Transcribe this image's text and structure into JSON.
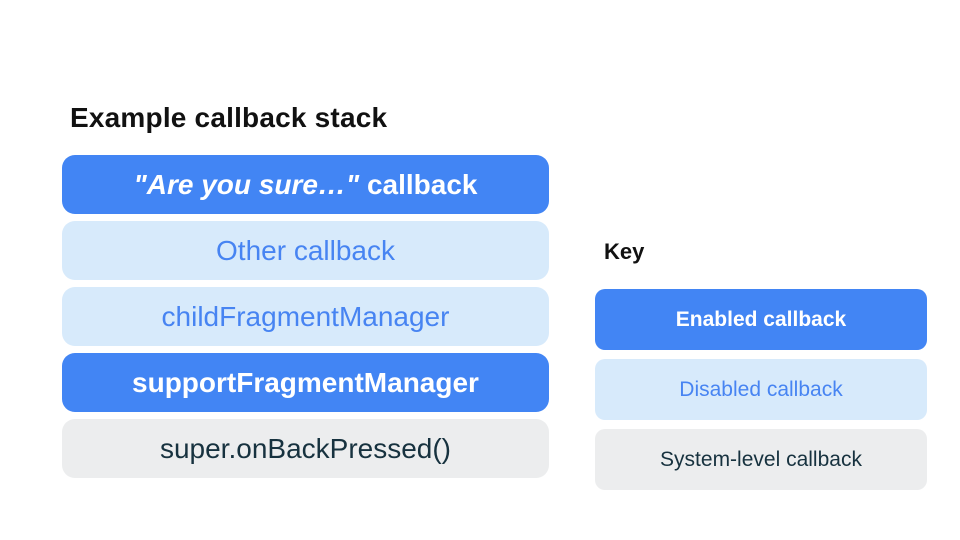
{
  "title": "Example callback stack",
  "stack": {
    "items": [
      {
        "quote": "\"Are you sure…\"",
        "rest": " callback",
        "type": "enabled"
      },
      {
        "text": "Other callback",
        "type": "disabled"
      },
      {
        "text": "childFragmentManager",
        "type": "disabled"
      },
      {
        "text": "supportFragmentManager",
        "type": "enabled"
      },
      {
        "text": "super.onBackPressed()",
        "type": "system"
      }
    ]
  },
  "key": {
    "label": "Key",
    "items": [
      {
        "text": "Enabled callback",
        "type": "enabled"
      },
      {
        "text": "Disabled callback",
        "type": "disabled"
      },
      {
        "text": "System-level callback",
        "type": "system"
      }
    ]
  },
  "colors": {
    "accent_blue": "#4285F4",
    "light_blue": "#D7EAFB",
    "light_gray": "#ECEDEE",
    "dark_text": "#17323F",
    "blue_text": "#4784F2",
    "title_text": "#111111",
    "background": "#FFFFFF"
  }
}
